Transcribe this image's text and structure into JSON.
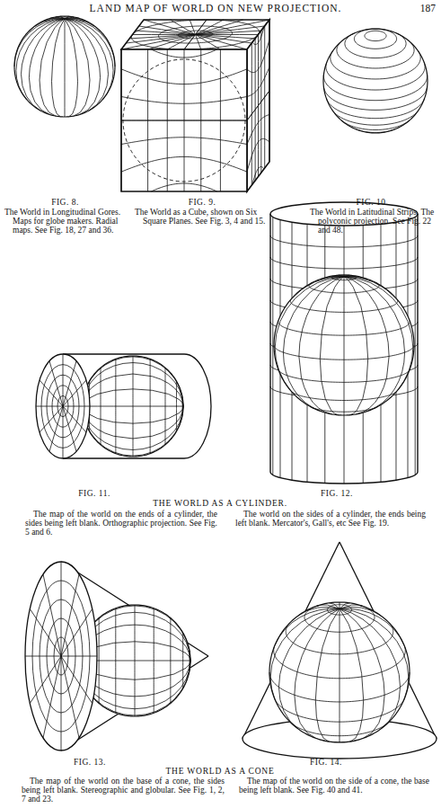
{
  "diagram": {
    "title": "LAND MAP OF WORLD ON NEW PROJECTION.",
    "labels": [
      "187",
      "FIG. 8.",
      "The World in Longitudinal Gores. Maps for globe makers. Radial maps. See Fig. 18, 27 and 36.",
      "FIG. 9.",
      "The World as a Cube, shown on Six Square Planes. See Fig. 3, 4 and 15.",
      "FIG. 10.",
      "The World in Latitudinal Strips. The polyconic projection. See Fig. 22 and 48.",
      "FIG. 11.",
      "FIG. 12.",
      "THE WORLD AS A CYLINDER.",
      "The map of the world on the ends of a cylinder, the sides being left blank. Orthographic projection. See Fig. 5 and 6.",
      "The world on the sides of a cylinder, the ends being left blank. Mercator's, Gall's, etc See Fig. 19.",
      "FIG. 13.",
      "FIG. 14.",
      "THE WORLD AS A CONE",
      "The map of the world on the base of a cone, the sides being left blank. Stereographic and globular. See Fig. 1, 2, 7 and 23.",
      "The map of the world on the side of a cone, the base being left blank. See Fig. 40 and 41."
    ]
  }
}
